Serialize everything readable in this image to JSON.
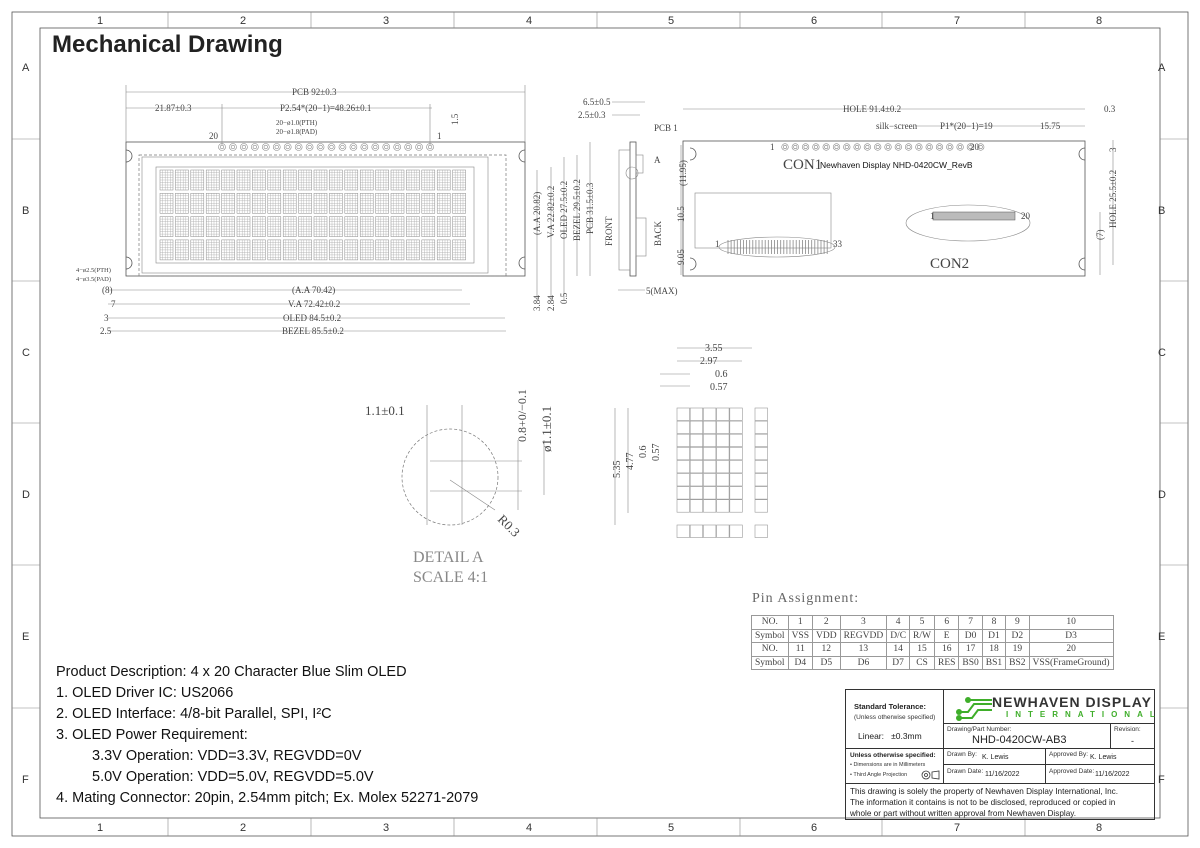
{
  "title": "Mechanical Drawing",
  "grid": {
    "columns": [
      "1",
      "2",
      "3",
      "4",
      "5",
      "6",
      "7",
      "8"
    ],
    "rows": [
      "A",
      "B",
      "C",
      "D",
      "E",
      "F"
    ]
  },
  "front_view": {
    "pcb_width": "PCB 92±0.3",
    "pin1_offset": "21.87±0.3",
    "pitch": "P2.54*(20−1)=48.26±0.1",
    "hole_pth": "20−ø1.0(PTH)",
    "hole_pad": "20−ø1.8(PAD)",
    "pin20": "20",
    "pin1": "1",
    "top_gap": "1.5",
    "mount_pth": "4−ø2.5(PTH)",
    "mount_pad": "4−ø3.5(PAD)",
    "aa_left": "(8)",
    "aa_width": "(A.A 70.42)",
    "va_left": "7",
    "va_width": "V.A 72.42±0.2",
    "oled_left": "3",
    "oled_width": "OLED 84.5±0.2",
    "bezel_left": "2.5",
    "bezel_width": "BEZEL 85.5±0.2",
    "aa_height": "(A.A 20.82)",
    "va_height": "V.A 22.82±0.2",
    "oled_height": "OLED 27.5±0.2",
    "bezel_height": "BEZEL 29.5±0.2",
    "pcb_height": "PCB 31.5±0.3",
    "aa_bottom": "3.84",
    "va_bottom": "2.84",
    "oled_bottom": "0.5"
  },
  "side_view": {
    "thickness": "6.5±0.5",
    "bezel_thk": "2.5±0.3",
    "pcb_thk": "PCB 1",
    "detail_ref": "A",
    "front": "FRONT",
    "back": "BACK",
    "max": "5(MAX)"
  },
  "back_view": {
    "hole_width": "HOLE 91.4±0.2",
    "edge": "0.3",
    "silk": "silk−screen",
    "con2_pitch": "P1*(20−1)=19",
    "con2_offset": "15.75",
    "con1_pin1": "1",
    "con1_pin20": "20",
    "con1_label": "CON1",
    "silk_text": "Newhaven Display NHD-0420CW_RevB",
    "dim_1195": "(11.95)",
    "dim_105": "10.5",
    "dim_905": "9.05",
    "con2_pin1": "1",
    "con2_pin20": "20",
    "fpc_pin1": "1",
    "fpc_pin33": "33",
    "con2_label": "CON2",
    "dim_7": "(7)",
    "hole_height": "HOLE 25.5±0.2",
    "dim_3": "3"
  },
  "detail_a": {
    "slot_w": "1.1±0.1",
    "slot_h": "0.8+0/−0.1",
    "hole_d": "ø1.1±0.1",
    "radius": "R0.3",
    "label": "DETAIL A",
    "scale": "SCALE 4:1"
  },
  "char_detail": {
    "w_355": "3.55",
    "w_297": "2.97",
    "w_06": "0.6",
    "w_057": "0.57",
    "h_535": "5.35",
    "h_477": "4.77",
    "h_06": "0.6",
    "h_057": "0.57"
  },
  "pin_assignment": {
    "title": "Pin Assignment:",
    "rows": [
      [
        "NO.",
        "1",
        "2",
        "3",
        "4",
        "5",
        "6",
        "7",
        "8",
        "9",
        "10"
      ],
      [
        "Symbol",
        "VSS",
        "VDD",
        "REGVDD",
        "D/C",
        "R/W",
        "E",
        "D0",
        "D1",
        "D2",
        "D3"
      ],
      [
        "NO.",
        "11",
        "12",
        "13",
        "14",
        "15",
        "16",
        "17",
        "18",
        "19",
        "20"
      ],
      [
        "Symbol",
        "D4",
        "D5",
        "D6",
        "D7",
        "CS",
        "RES",
        "BS0",
        "BS1",
        "BS2",
        "VSS(FrameGround)"
      ]
    ]
  },
  "description": {
    "line0": "Product Description: 4 x 20 Character Blue Slim OLED",
    "line1": "1. OLED Driver IC: US2066",
    "line2": "2. OLED Interface: 4/8-bit Parallel, SPI, I²C",
    "line3": "3. OLED Power Requirement:",
    "line4": "3.3V Operation: VDD=3.3V, REGVDD=0V",
    "line5": "5.0V Operation: VDD=5.0V, REGVDD=5.0V",
    "line6": "4. Mating Connector: 20pin, 2.54mm pitch; Ex. Molex 52271-2079"
  },
  "title_block": {
    "tolerance_title": "Standard Tolerance:",
    "tolerance_sub": "(Unless otherwise specified)",
    "linear": "Linear:   ±0.3mm",
    "logo_main": "NEWHAVEN DISPLAY",
    "logo_sub": "INTERNATIONAL",
    "part_label": "Drawing/Part Number:",
    "part_number": "NHD-0420CW-AB3",
    "revision_label": "Revision:",
    "revision": "-",
    "notes_title": "Unless otherwise specified:",
    "note1": "• Dimensions are in Millimeters",
    "note2": "• Third Angle Projection",
    "drawn_by_label": "Drawn By:",
    "drawn_by": "K. Lewis",
    "approved_by_label": "Approved By:",
    "approved_by": "K. Lewis",
    "drawn_date_label": "Drawn Date:",
    "drawn_date": "11/16/2022",
    "approved_date_label": "Approved Date:",
    "approved_date": "11/16/2022",
    "disclaimer1": "This drawing is solely the property of Newhaven Display International, Inc.",
    "disclaimer2": "The information it contains is not to be disclosed, reproduced or copied in",
    "disclaimer3": "whole or part without written approval from Newhaven Display.",
    "logo_color": "#3fae2a"
  }
}
